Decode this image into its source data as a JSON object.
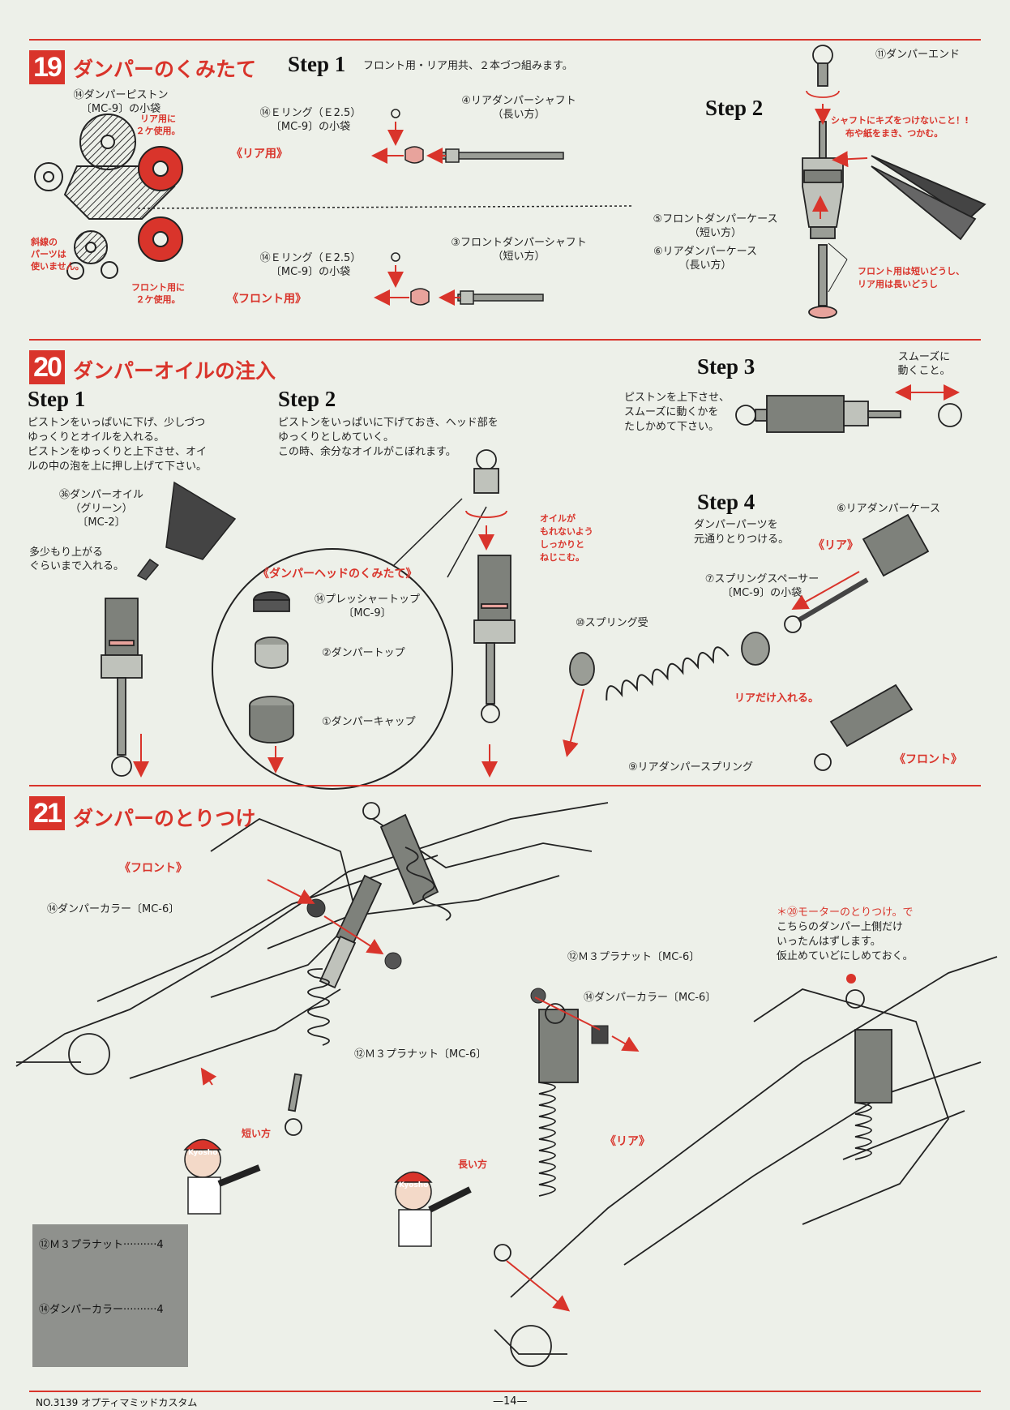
{
  "sec19": {
    "num": "19",
    "title": "ダンパーのくみたて",
    "step1_title": "Step 1",
    "step1_desc": "フロント用・リア用共、２本づつ組みます。",
    "piston_l1": "⑭ダンパーピストン",
    "piston_l2": "〔MC-9〕の小袋",
    "rear_use_l1": "リア用に",
    "rear_use_l2": "２ケ使用。",
    "front_use_l1": "フロント用に",
    "front_use_l2": "２ケ使用。",
    "hatch_l1": "斜線の",
    "hatch_l2": "パーツは",
    "hatch_l3": "使いません。",
    "ering_l1": "⑭Ｅリング（Ｅ2.5）",
    "ering_l2": "〔MC-9〕の小袋",
    "rear_label": "《リア用》",
    "front_label": "《フロント用》",
    "rear_shaft_l1": "④リアダンパーシャフト",
    "rear_shaft_l2": "（長い方）",
    "front_shaft_l1": "③フロントダンパーシャフト",
    "front_shaft_l2": "（短い方）",
    "step2_title": "Step 2",
    "end_label": "⑪ダンパーエンド",
    "caution_l1": "シャフトにキズをつけないこと！!",
    "caution_l2": "布や紙をまき、つかむ。",
    "fcase_l1": "⑤フロントダンパーケース",
    "fcase_l2": "（短い方）",
    "rcase_l1": "⑥リアダンパーケース",
    "rcase_l2": "（長い方）",
    "len_note_l1": "フロント用は短いどうし、",
    "len_note_l2": "リア用は長いどうし"
  },
  "sec20": {
    "num": "20",
    "title": "ダンパーオイルの注入",
    "step1_title": "Step 1",
    "step1_l1": "ピストンをいっぱいに下げ、少しづつ",
    "step1_l2": "ゆっくりとオイルを入れる。",
    "step1_l3": "ピストンをゆっくりと上下させ、オイ",
    "step1_l4": "ルの中の泡を上に押し上げて下さい。",
    "oil_l1": "㊱ダンパーオイル",
    "oil_l2": "（グリーン）",
    "oil_l3": "〔MC-2〕",
    "fill_l1": "多少もり上がる",
    "fill_l2": "ぐらいまで入れる。",
    "step2_title": "Step 2",
    "step2_l1": "ピストンをいっぱいに下げておき、ヘッド部を",
    "step2_l2": "ゆっくりとしめていく。",
    "step2_l3": "この時、余分なオイルがこぼれます。",
    "head_assembly": "《ダンパーヘッドのくみたて》",
    "pressure_top_l1": "⑭プレッシャートップ",
    "pressure_top_l2": "〔MC-9〕",
    "damper_top": "②ダンパートップ",
    "damper_cap": "①ダンパーキャップ",
    "oil_note_l1": "オイルが",
    "oil_note_l2": "もれないよう",
    "oil_note_l3": "しっかりと",
    "oil_note_l4": "ねじこむ。",
    "step3_title": "Step 3",
    "step3_l1": "ピストンを上下させ、",
    "step3_l2": "スムーズに動くかを",
    "step3_l3": "たしかめて下さい。",
    "smooth_l1": "スムーズに",
    "smooth_l2": "動くこと。",
    "step4_title": "Step 4",
    "step4_l1": "ダンパーパーツを",
    "step4_l2": "元通りとりつける。",
    "rcase": "⑥リアダンパーケース",
    "rear": "《リア》",
    "spacer_l1": "⑦スプリングスペーサー",
    "spacer_l2": "〔MC-9〕の小袋",
    "spring_seat": "⑩スプリング受",
    "rear_only": "リアだけ入れる。",
    "rspring": "⑨リアダンパースプリング",
    "front": "《フロント》"
  },
  "sec21": {
    "num": "21",
    "title": "ダンパーのとりつけ",
    "front": "《フロント》",
    "collar_front": "⑭ダンパーカラー〔MC-6〕",
    "nut_front": "⑫Ｍ３プラナット〔MC-6〕",
    "nut_rear": "⑫Ｍ３プラナット〔MC-6〕",
    "collar_rear": "⑭ダンパーカラー〔MC-6〕",
    "motor_note_l1": "＊⑳モーターのとりつけ。で",
    "motor_note_l2": "こちらのダンパー上側だけ",
    "motor_note_l3": "いったんはずします。",
    "motor_note_l4": "仮止めていどにしめておく。",
    "short_side": "短い方",
    "long_side": "長い方",
    "rear": "《リア》",
    "brand": "Kyosho"
  },
  "parts_list": [
    {
      "name": "⑫Ｍ３プラナット",
      "qty": "4"
    },
    {
      "name": "⑭ダンパーカラー",
      "qty": "4"
    }
  ],
  "footer": {
    "model": "NO.3139 オプティマミッドカスタム",
    "page": "—14—"
  },
  "colors": {
    "accent_red": "#d9342b",
    "paper": "#edf0e9",
    "ink": "#222222",
    "parts_bg": "#8f918d"
  }
}
